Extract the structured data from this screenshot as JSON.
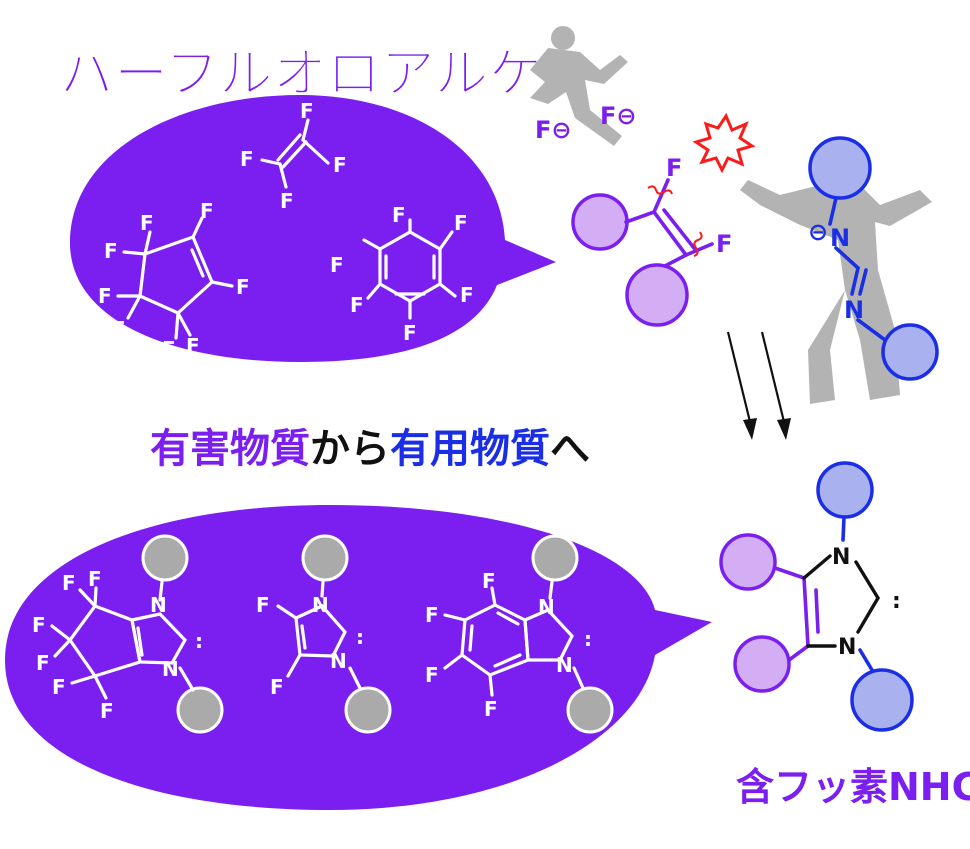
{
  "title": "パーフルオロアルケン",
  "slogan": {
    "part1": "有害物質",
    "part2": "から",
    "part3": "有用物質",
    "part4": "へ"
  },
  "product_label": "含フッ素NHC",
  "atoms": {
    "fluorine": "F",
    "nitrogen": "N",
    "fluoride_anion": "F⊖",
    "anion_charge": "⊖",
    "carbene_dots": ":"
  },
  "colors": {
    "purple": "#7a1ff0",
    "purple_light": "#d3aef5",
    "blue": "#1a2ee6",
    "blue_light": "#a9b1ef",
    "gray": "#aaaaaa",
    "red": "#ff1a1a"
  },
  "icons": [
    "kicking-silhouette-icon",
    "impact-burst-icon",
    "reaction-arrows-icon"
  ]
}
